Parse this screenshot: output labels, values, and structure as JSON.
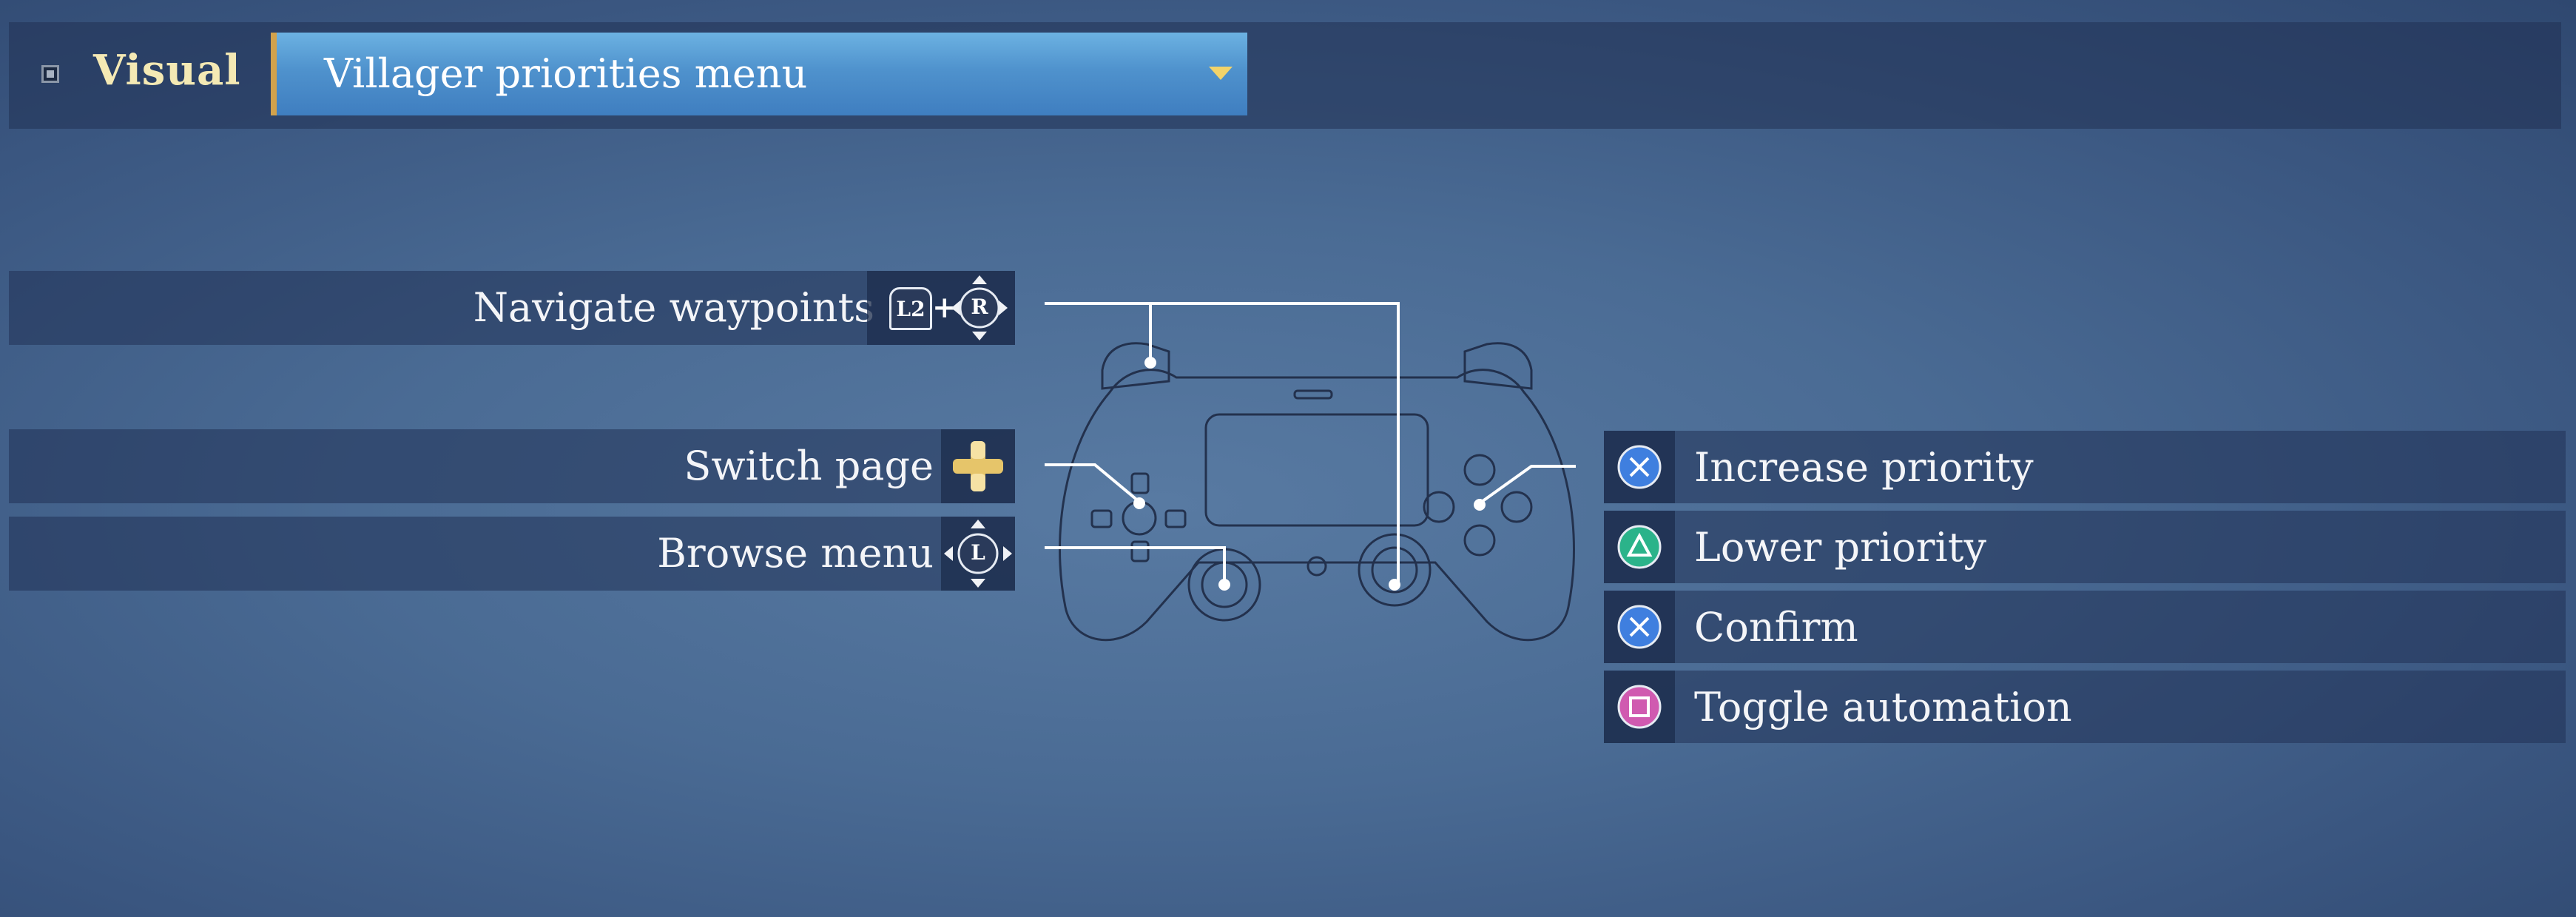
{
  "header": {
    "category": "Visual",
    "dropdown_value": "Villager priorities menu",
    "bullet_icon": "square-bullet-icon",
    "dropdown_icon": "chevron-down-icon"
  },
  "left_controls": [
    {
      "label": "Navigate waypoints",
      "icon": "l2-plus-right-stick-icon",
      "btn_l2": "L2",
      "plus": "+",
      "btn_r": "R"
    },
    {
      "label": "Switch page",
      "icon": "dpad-icon"
    },
    {
      "label": "Browse menu",
      "icon": "left-stick-icon",
      "btn_l": "L"
    }
  ],
  "right_controls": [
    {
      "label": "Increase priority",
      "icon": "cross-button-icon",
      "color": "#3f7fdf"
    },
    {
      "label": "Lower priority",
      "icon": "triangle-button-icon",
      "color": "#2bb38a"
    },
    {
      "label": "Confirm",
      "icon": "cross-button-icon",
      "color": "#3f7fdf"
    },
    {
      "label": "Toggle automation",
      "icon": "square-button-icon",
      "color": "#d05ab0"
    }
  ],
  "colors": {
    "accent_gold": "#f4e9b4",
    "dropdown_blue": "#4f92cd",
    "dropdown_border": "#d2a24c"
  }
}
